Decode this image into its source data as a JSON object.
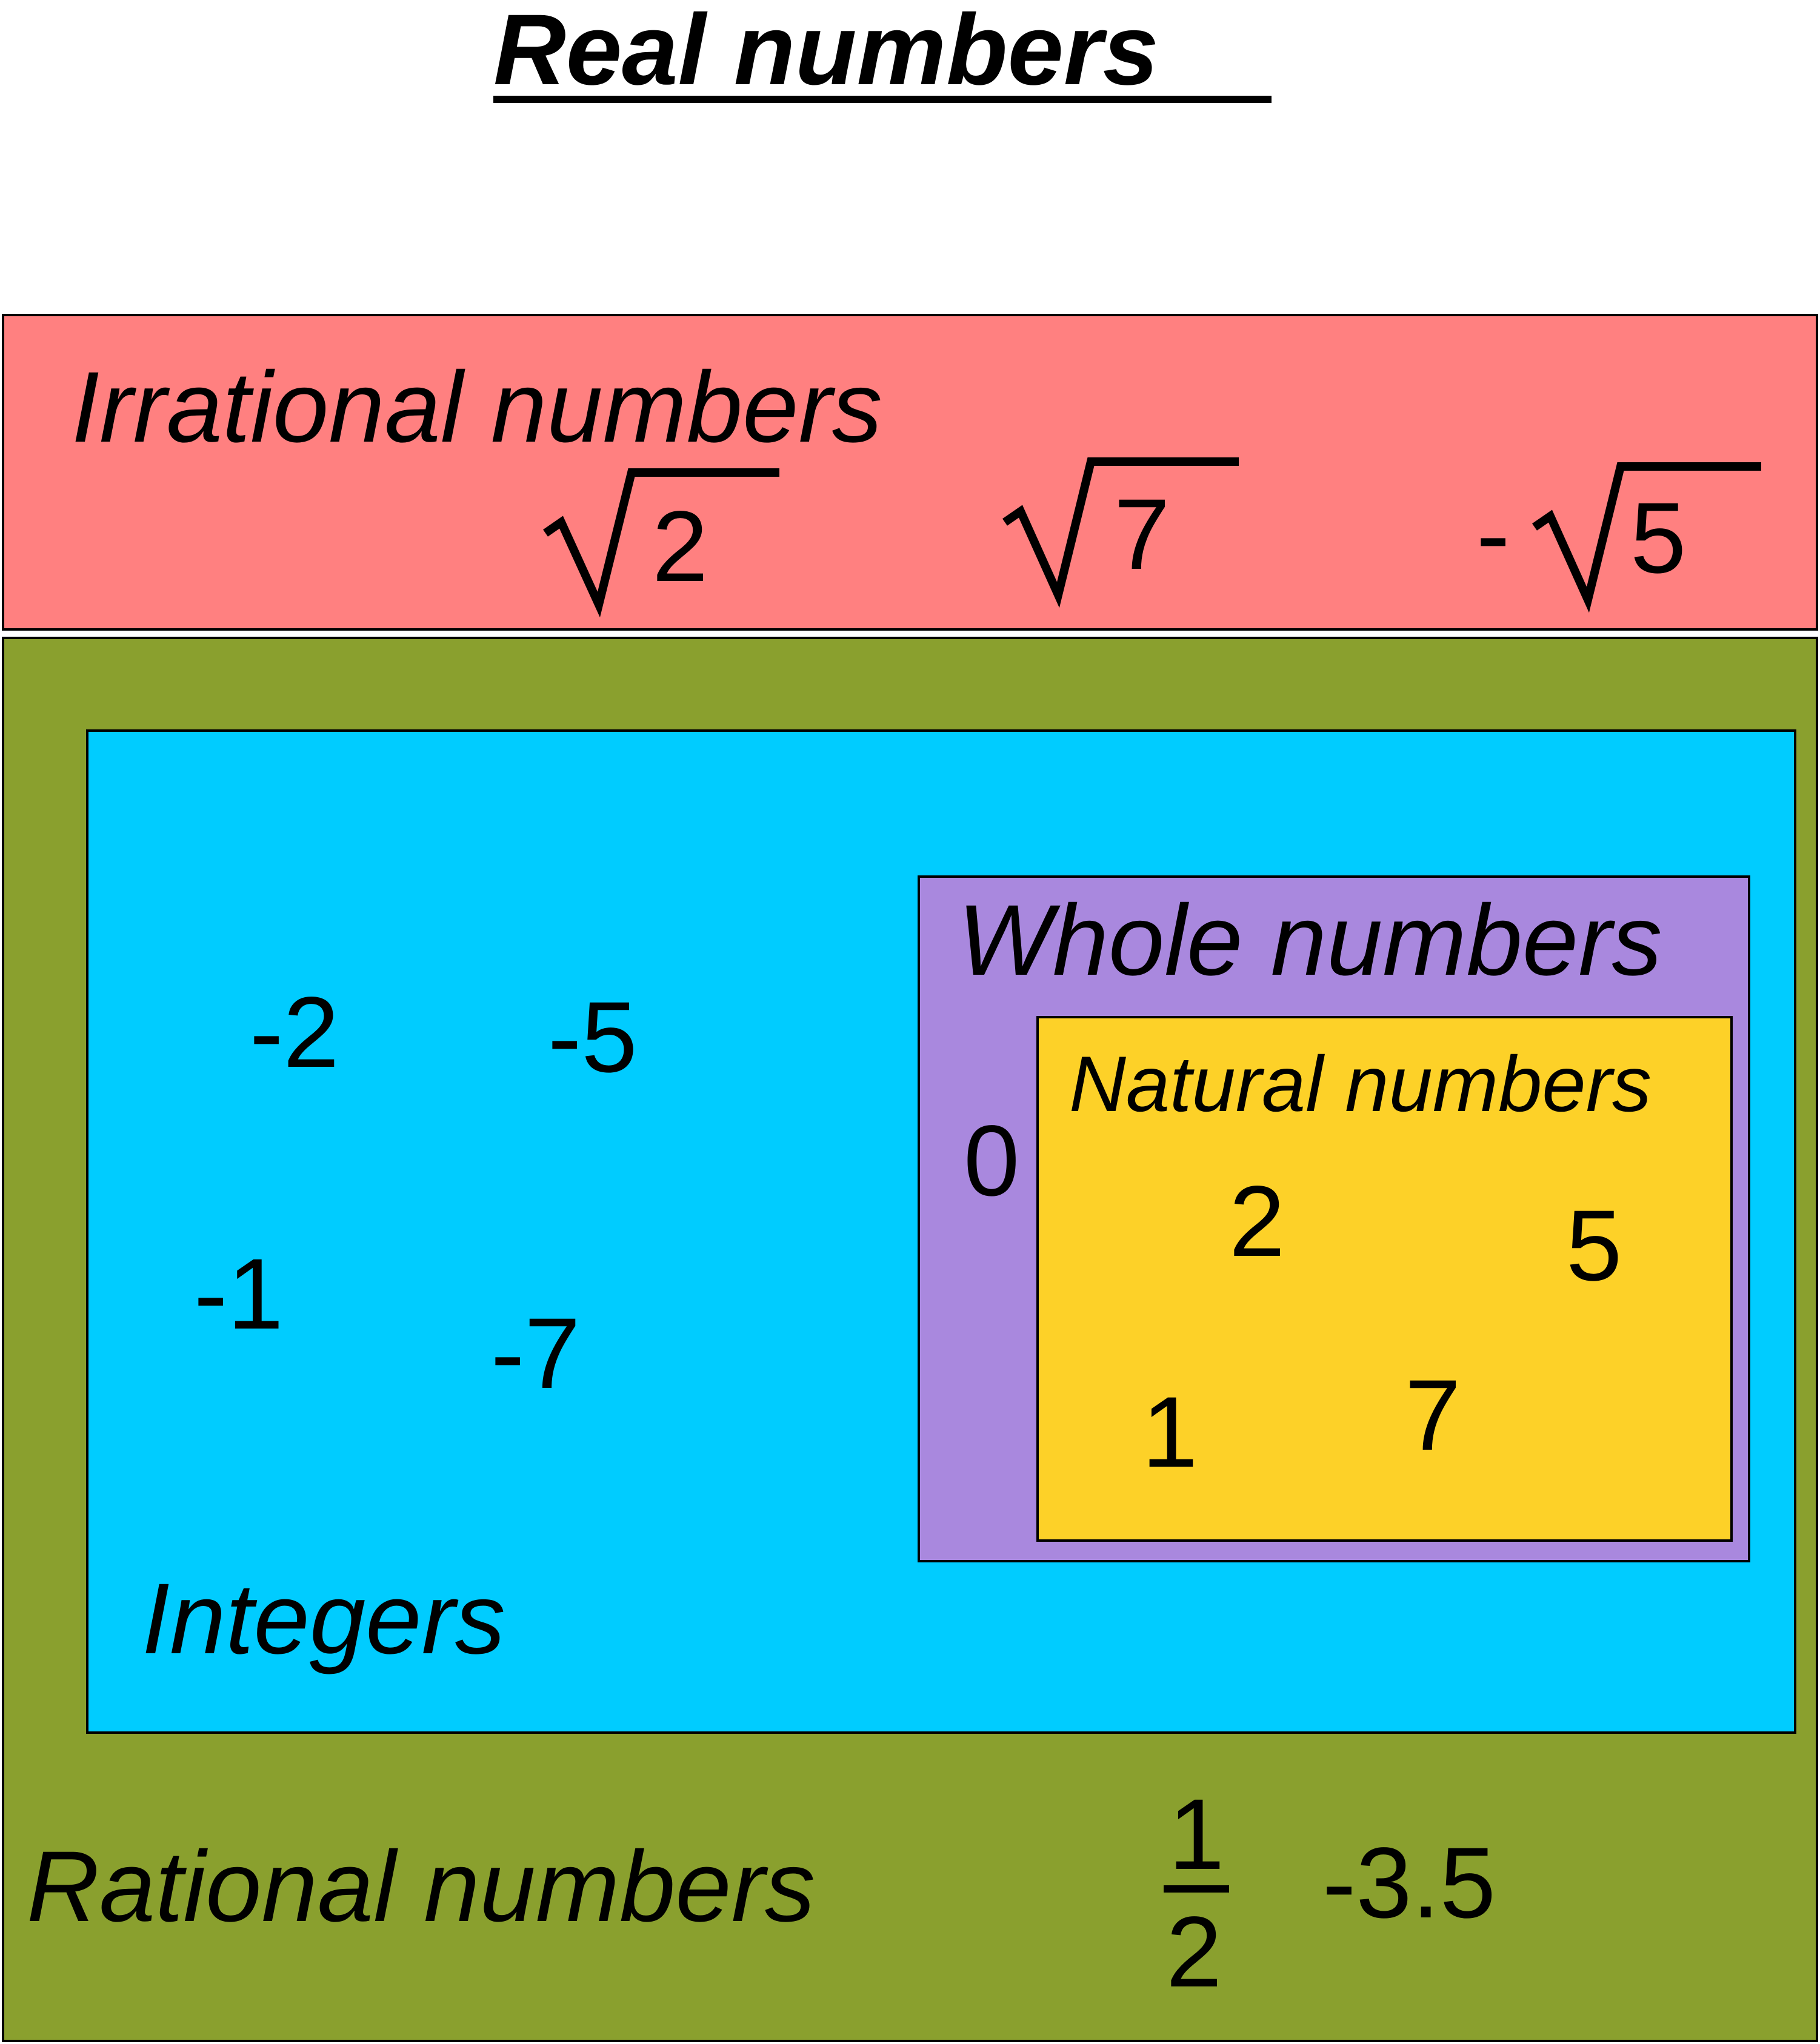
{
  "title": "Real numbers",
  "sets": {
    "irrational": {
      "label": "Irrational numbers",
      "members": [
        {
          "radicand": "2",
          "sign": ""
        },
        {
          "radicand": "7",
          "sign": ""
        },
        {
          "radicand": "5",
          "sign": "-"
        }
      ],
      "fill": "#ff8080"
    },
    "rational": {
      "label": "Rational numbers",
      "fraction": {
        "numerator": "1",
        "denominator": "2"
      },
      "decimal": "-3.5",
      "fill": "#8aa02e"
    },
    "integers": {
      "label": "Integers",
      "members": [
        "-2",
        "-5",
        "-1",
        "-7"
      ],
      "fill": "#00ccff"
    },
    "whole": {
      "label": "Whole numbers",
      "members": [
        "0"
      ],
      "fill": "#a988de"
    },
    "natural": {
      "label": "Natural numbers",
      "members": [
        "2",
        "5",
        "1",
        "7"
      ],
      "fill": "#fdd128"
    }
  }
}
